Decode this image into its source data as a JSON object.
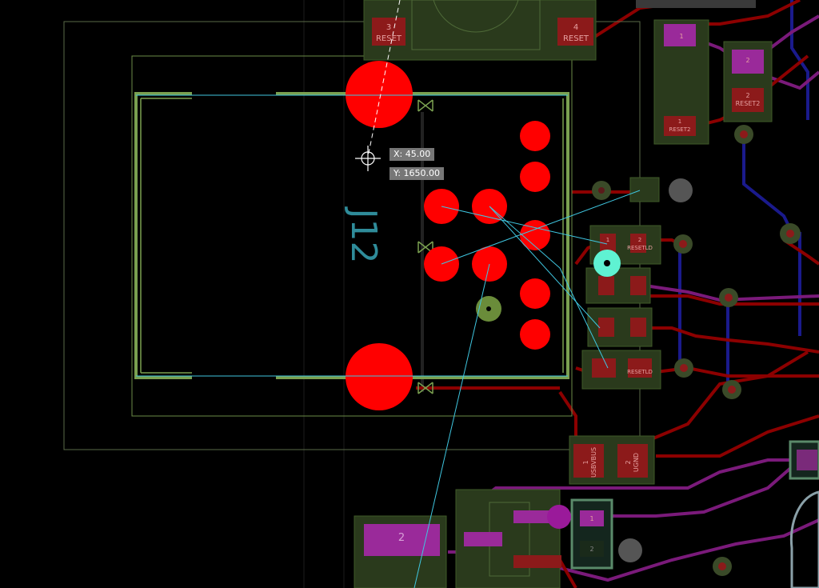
{
  "component": {
    "designator": "J12"
  },
  "cursor": {
    "x_label": "X: 45.00",
    "y_label": "Y: 1650.00"
  },
  "pad_labels": {
    "top_left_num": "3",
    "top_left_net": "RESET",
    "top_right_num": "4",
    "top_right_net": "RESET",
    "right_top_num": "1",
    "right_top_net": "RESET2",
    "right_mid_num": "2",
    "right_lower_num": "2",
    "right_lower_net": "RESET2",
    "led_a_num": "1",
    "led_a_num2": "2",
    "led_a_net": "RESETLD",
    "led_b_net": "RESETLD",
    "usb_num1": "1",
    "usb_num2": "2",
    "usb_net1": "USBVBUS",
    "usb_net2": "UGND",
    "bottom_left_num": "2",
    "bottom_mid_num1": "1",
    "bottom_mid_num2": "2"
  },
  "colors": {
    "background": "#000000",
    "thru_pad": "#ff0000",
    "top_trace": "#8c0000",
    "bottom_trace": "#1a1a8c",
    "mid_trace": "#7a1a7a",
    "silkscreen": "#7aa050",
    "ratsnest": "#3fc6e0",
    "highlight_via": "#5ff2d2",
    "component_body": "#2a3a1c"
  }
}
